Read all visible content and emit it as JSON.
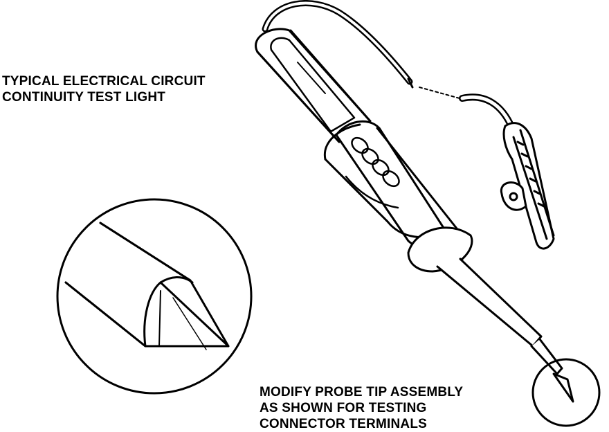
{
  "labels": {
    "test_light": [
      "TYPICAL ELECTRICAL CIRCUIT",
      "CONTINUITY TEST LIGHT"
    ],
    "modify_tip": [
      "MODIFY PROBE TIP ASSEMBLY",
      "AS SHOWN FOR TESTING",
      "CONNECTOR TERMINALS"
    ]
  },
  "colors": {
    "ink": "#000000",
    "paper": "#ffffff",
    "shade": "#e8e8e8"
  }
}
